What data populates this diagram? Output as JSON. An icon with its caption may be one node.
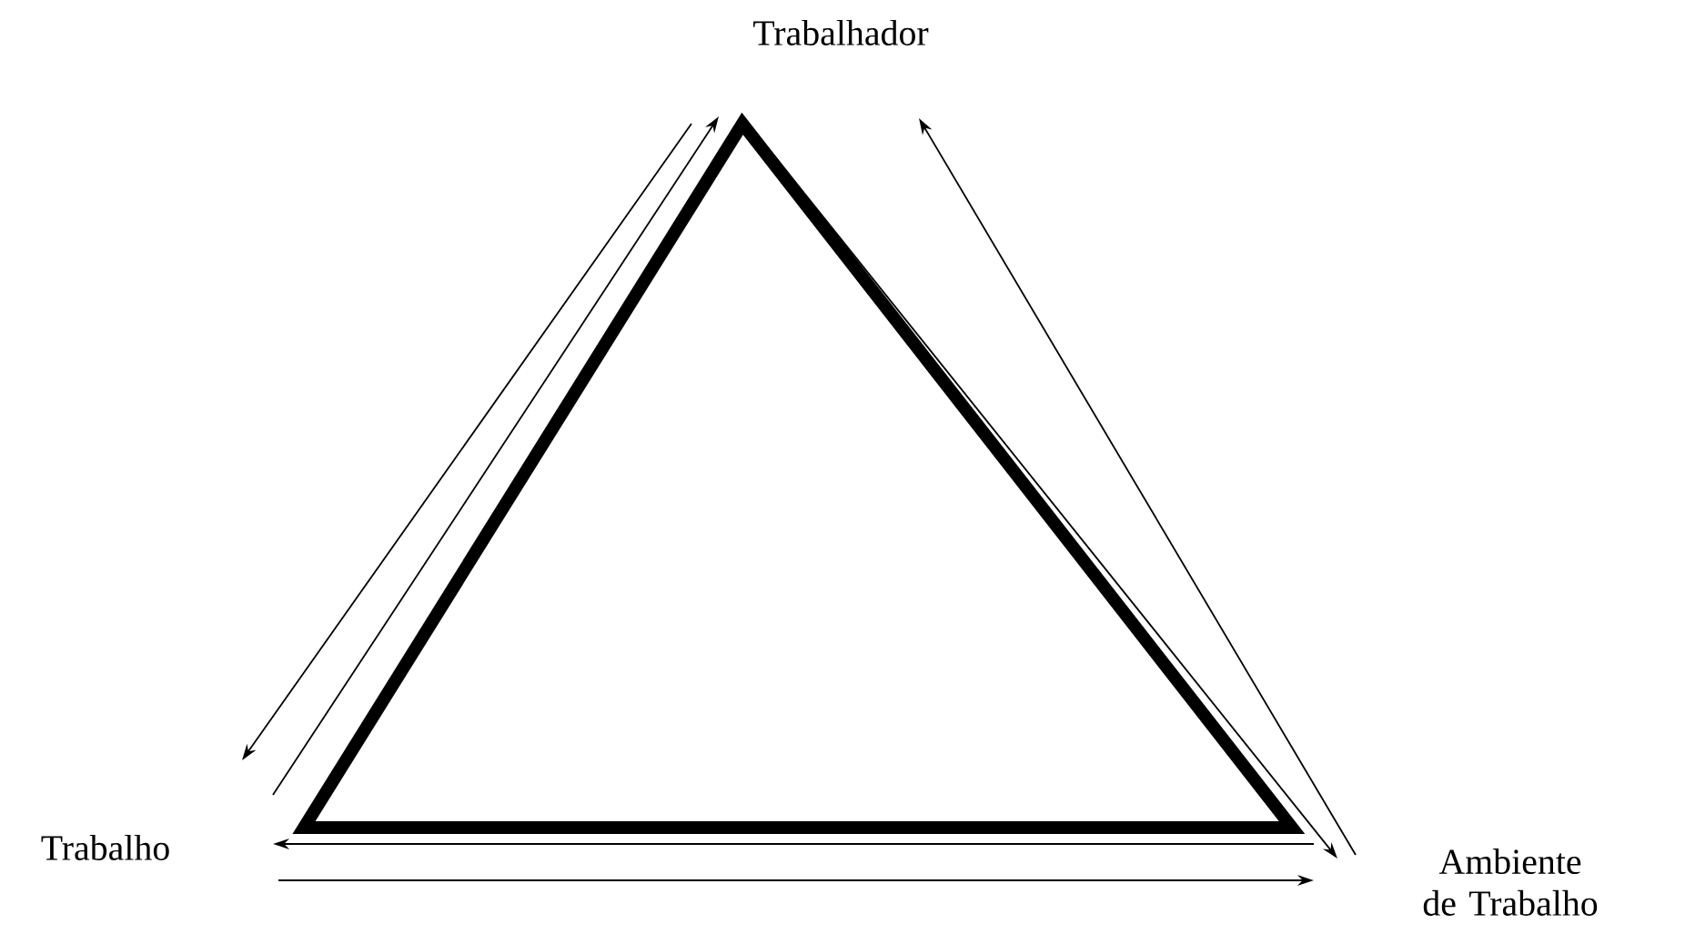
{
  "diagram": {
    "nodes": [
      {
        "text": [
          "Trabalhador"
        ]
      },
      {
        "text": [
          "Trabalho"
        ]
      },
      {
        "text": [
          "Ambiente de Trabalho"
        ]
      }
    ],
    "edges": [
      {
        "from": 0,
        "to": 1,
        "arrow": "to"
      },
      {
        "from": 1,
        "to": 0,
        "arrow": "to"
      },
      {
        "from": 0,
        "to": 2,
        "arrow": "to"
      },
      {
        "from": 2,
        "to": 0,
        "arrow": "to"
      },
      {
        "from": 2,
        "to": 1,
        "arrow": "to"
      },
      {
        "from": 1,
        "to": 2,
        "arrow": "to"
      }
    ]
  }
}
